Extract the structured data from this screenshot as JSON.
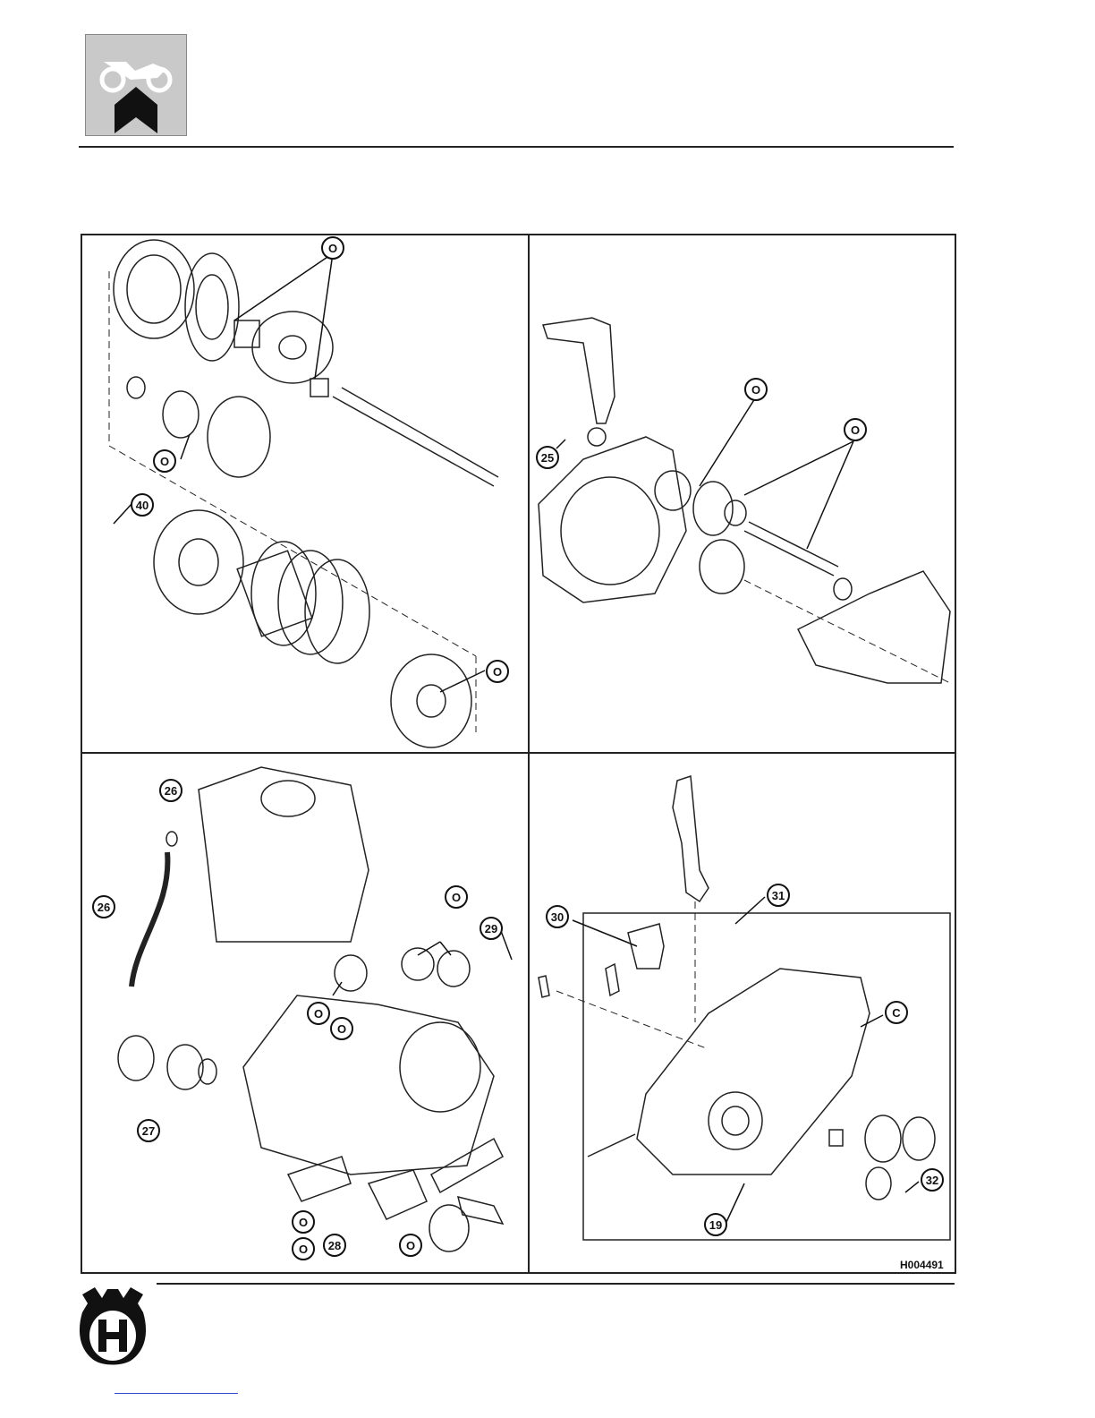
{
  "header": {
    "icon": "motorcycle-engine-section-icon"
  },
  "diagram": {
    "figure_code": "H004491",
    "panels": [
      {
        "id": "clutch",
        "callouts": [
          "O",
          "O",
          "40",
          "O"
        ]
      },
      {
        "id": "kickstarter",
        "callouts": [
          "O",
          "O",
          "25"
        ]
      },
      {
        "id": "oil-system",
        "callouts": [
          "26",
          "26",
          "O",
          "O",
          "O",
          "29",
          "27",
          "O",
          "O",
          "28",
          "O"
        ]
      },
      {
        "id": "crankcase",
        "callouts": [
          "30",
          "31",
          "C",
          "19",
          "32"
        ]
      }
    ]
  },
  "footer": {
    "logo": "husqvarna-h-logo"
  }
}
